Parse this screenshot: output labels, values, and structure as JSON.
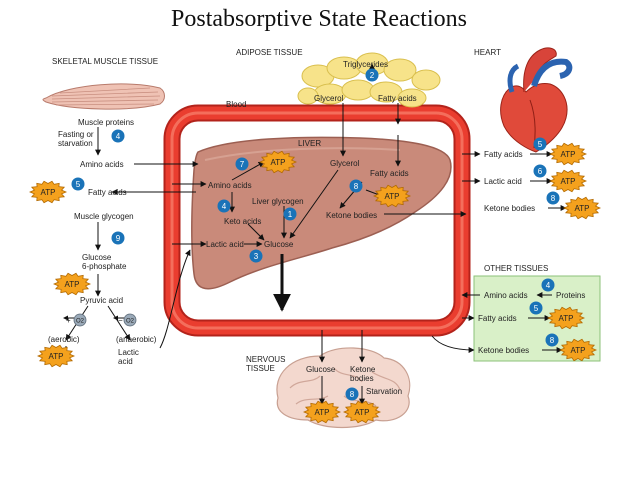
{
  "title": "Postabsorptive State Reactions",
  "colors": {
    "blood_ring": "#e8382c",
    "liver": "#c98a7a",
    "fat": "#f7e38a",
    "atp": "#f4a11d",
    "step_badge": "#1a73b8",
    "other_tissues_bg": "#d9f0c8"
  },
  "sections": {
    "skeletal": "SKELETAL MUSCLE TISSUE",
    "adipose": "ADIPOSE TISSUE",
    "heart": "HEART",
    "blood": "Blood",
    "liver": "LIVER",
    "nervous": "NERVOUS\nTISSUE",
    "other": "OTHER TISSUES"
  },
  "labels": {
    "muscle_proteins": "Muscle proteins",
    "fasting": "Fasting or\nstarvation",
    "amino_acids": "Amino acids",
    "fatty_acids": "Fatty acids",
    "muscle_glycogen": "Muscle glycogen",
    "glucose_6p": "Glucose\n6-phosphate",
    "pyruvic": "Pyruvic acid",
    "aerobic": "(aerobic)",
    "anaerobic": "(anaerobic)",
    "lactic_acid_muscle": "Lactic\nacid",
    "plus_o2": "+",
    "minus_o2": "−",
    "o2": "O2",
    "triglycerides": "Triglycerides",
    "glycerol": "Glycerol",
    "fatty_acids_adipose": "Fatty acids",
    "liver_glycerol": "Glycerol",
    "liver_fatty_acids": "Fatty acids",
    "liver_amino": "Amino acids",
    "liver_glycogen": "Liver glycogen",
    "keto_acids": "Keto acids",
    "ketone_bodies": "Ketone bodies",
    "lactic_acid_liver": "Lactic acid",
    "glucose_liver": "Glucose",
    "heart_fatty": "Fatty acids",
    "heart_lactic": "Lactic acid",
    "heart_ketone": "Ketone bodies",
    "other_amino": "Amino acids",
    "other_proteins": "Proteins",
    "other_fatty": "Fatty acids",
    "other_ketone": "Ketone bodies",
    "nervous_glucose": "Glucose",
    "nervous_ketone": "Ketone\nbodies",
    "starvation": "Starvation",
    "atp": "ATP"
  },
  "badges": {
    "b2": "2",
    "b4a": "4",
    "b5a": "5",
    "b9": "9",
    "b7": "7",
    "b4b": "4",
    "b1": "1",
    "b3": "3",
    "b8a": "8",
    "b5b": "5",
    "b6": "6",
    "b8b": "8",
    "b4c": "4",
    "b5c": "5",
    "b8c": "8",
    "b8d": "8"
  }
}
